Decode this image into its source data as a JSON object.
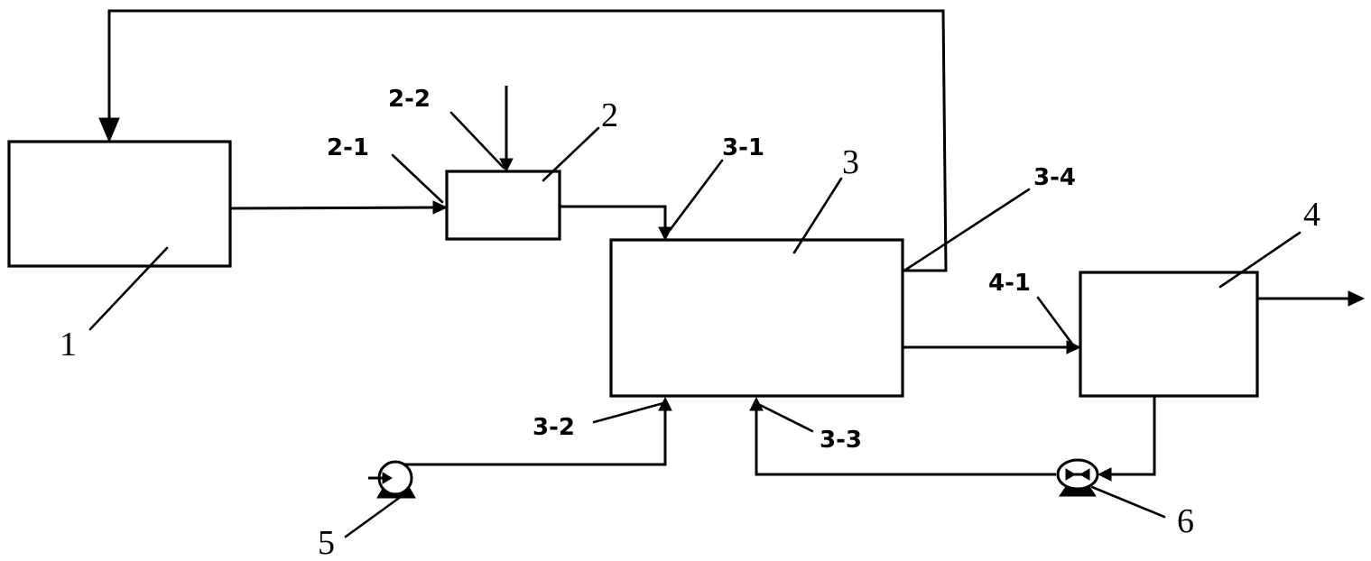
{
  "units": {
    "unit_1": {
      "label": "1"
    },
    "unit_2": {
      "label": "2"
    },
    "unit_3": {
      "label": "3"
    },
    "unit_4": {
      "label": "4"
    },
    "pump_5": {
      "label": "5"
    },
    "pump_6": {
      "label": "6"
    }
  },
  "ports": {
    "p2_1": {
      "label": "2-1"
    },
    "p2_2": {
      "label": "2-2"
    },
    "p3_1": {
      "label": "3-1"
    },
    "p3_2": {
      "label": "3-2"
    },
    "p3_3": {
      "label": "3-3"
    },
    "p3_4": {
      "label": "3-4"
    },
    "p4_1": {
      "label": "4-1"
    }
  },
  "colors": {
    "stroke": "#000000",
    "background": "#ffffff"
  }
}
